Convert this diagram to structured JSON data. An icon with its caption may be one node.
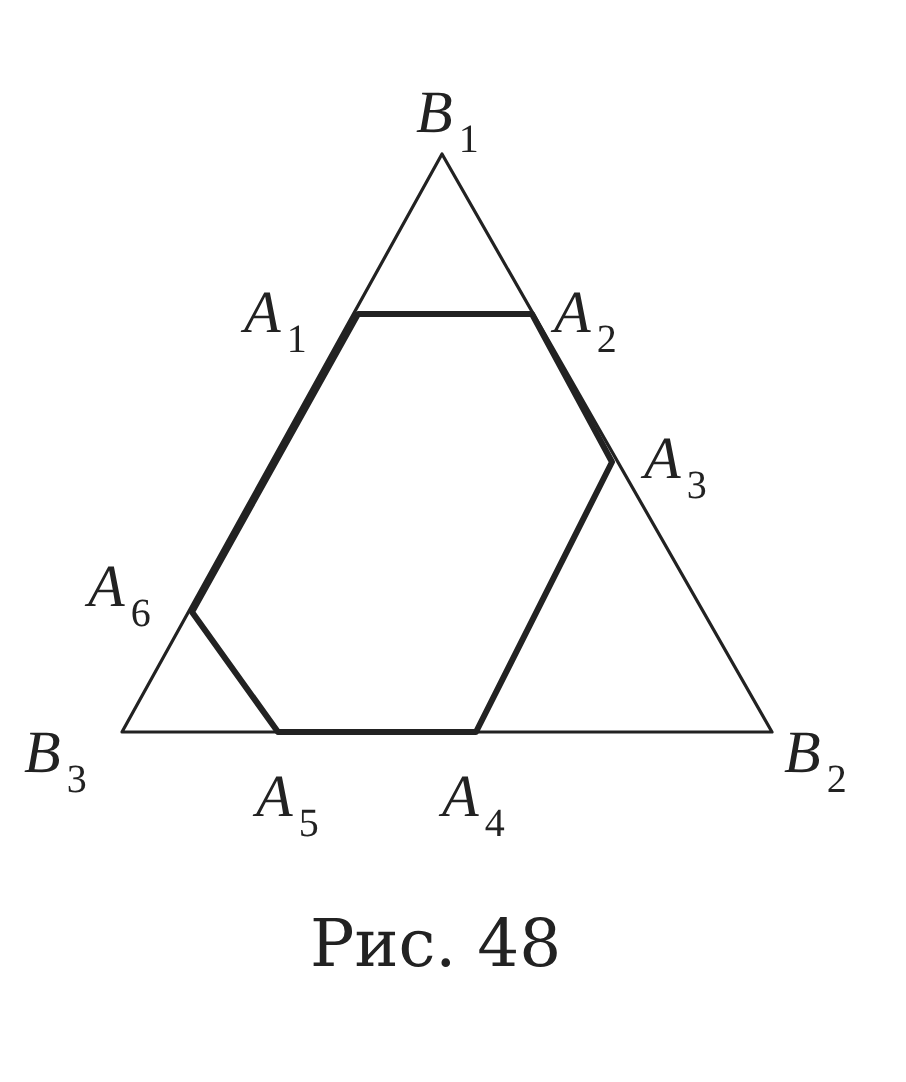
{
  "diagram": {
    "caption": "Рис. 48",
    "labels": [
      "B$_{1}$",
      "A$_{1}$",
      "A$_{2}$",
      "A$_{3}$",
      "A$_{6}$",
      "B$_{3}$",
      "B$_{2}$",
      "A$_{5}$",
      "A$_{4}$"
    ]
  }
}
